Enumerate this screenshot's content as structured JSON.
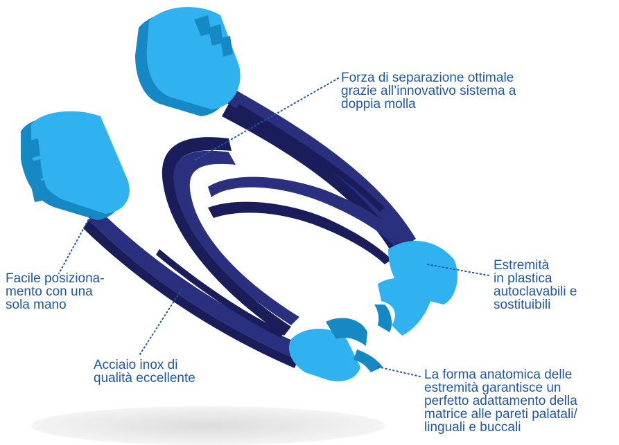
{
  "image": {
    "subject": "dental-matrix-separator-ring",
    "colors": {
      "metal": "#2a2f7e",
      "metal_dark": "#1a1d5a",
      "plastic": "#2fb2ef",
      "plastic_dark": "#1688c4",
      "label_text": "#1f57a4",
      "leader": "#1f57a4",
      "shadow": "#e3e3e3"
    }
  },
  "callouts": {
    "separation_force": {
      "lines": [
        "Forza di separazione ottimale",
        "grazie all’innovativo sistema a",
        "doppia molla"
      ]
    },
    "plastic_tips": {
      "lines": [
        "Estremità",
        "in plastica",
        "autoclavabili e",
        "sostituibili"
      ]
    },
    "positioning": {
      "lines": [
        "Facile posiziona-",
        "mento con una",
        "sola mano"
      ]
    },
    "steel": {
      "lines": [
        "Acciaio inox di",
        "qualità eccellente"
      ]
    },
    "anatomic_shape": {
      "lines": [
        "La forma anatomica delle",
        "estremità garantisce un",
        "perfetto adattamento della",
        "matrice alle pareti palatali/",
        "linguali e buccali"
      ]
    }
  }
}
